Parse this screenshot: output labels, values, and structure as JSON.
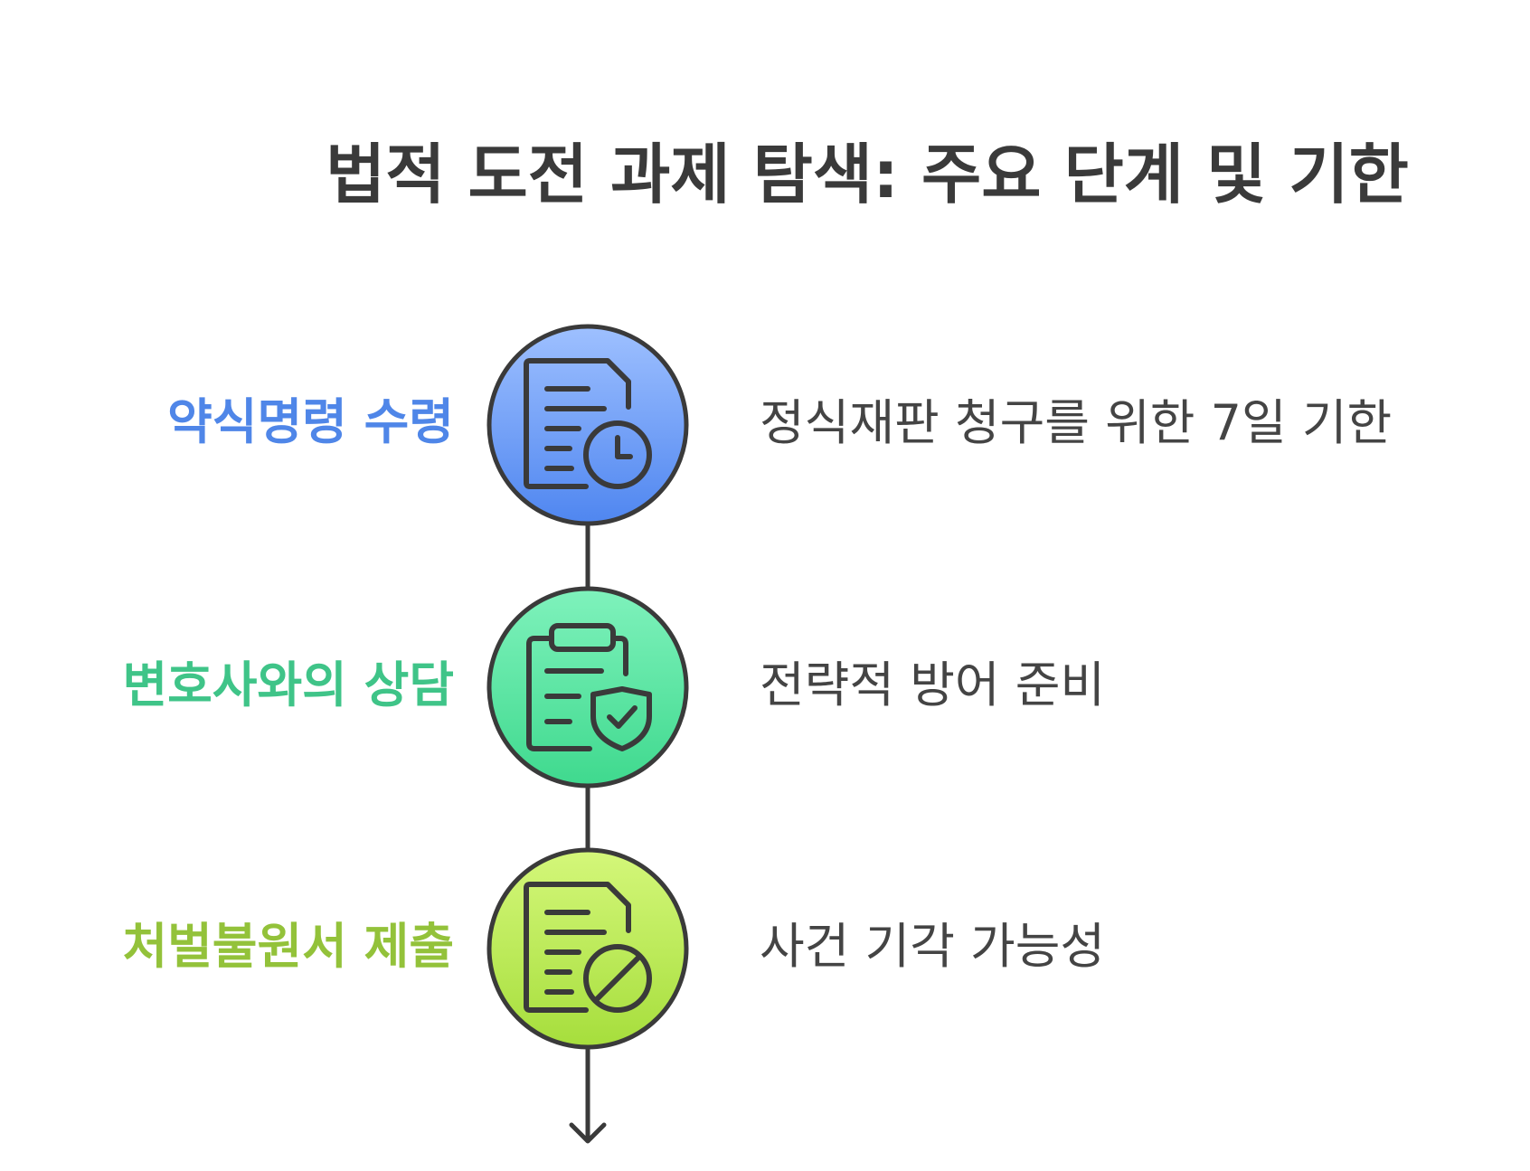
{
  "title": "법적 도전 과제 탐색: 주요 단계 및 기한",
  "steps": [
    {
      "label": "약식명령 수령",
      "description": "정식재판 청구를 위한 7일 기한",
      "icon": "document-clock-icon",
      "label_color": "#4f86e8",
      "fill_top": "#9ec0ff",
      "fill_bottom": "#4f86f0"
    },
    {
      "label": "변호사와의 상담",
      "description": "전략적 방어 준비",
      "icon": "clipboard-shield-icon",
      "label_color": "#3fc488",
      "fill_top": "#7ff2bc",
      "fill_bottom": "#3fd98e"
    },
    {
      "label": "처벌불원서 제출",
      "description": "사건 기각 가능성",
      "icon": "document-ban-icon",
      "label_color": "#93c23a",
      "fill_top": "#d4f77a",
      "fill_bottom": "#a6de3c"
    }
  ],
  "colors": {
    "outline": "#3a3a3a",
    "text": "#444444",
    "title": "#3a3a3a"
  }
}
